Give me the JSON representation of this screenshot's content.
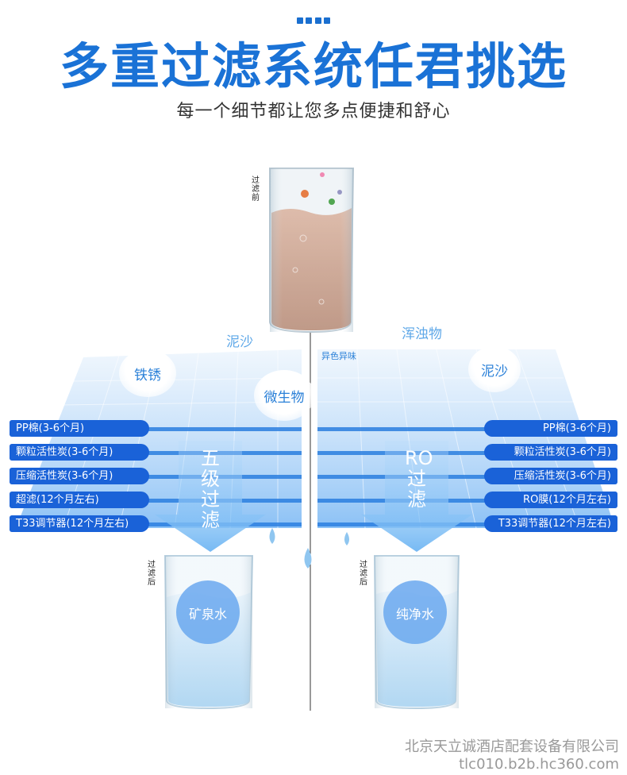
{
  "header": {
    "title": "多重过滤系统任君挑选",
    "subtitle": "每一个细节都让您多点便捷和舒心"
  },
  "glass_top": {
    "label": "过滤前"
  },
  "impurities": {
    "items": [
      "泥沙",
      "浑浊物",
      "异色异味",
      "铁锈",
      "泥沙",
      "微生物"
    ]
  },
  "left_stages": [
    "PP棉(3-6个月)",
    "颗粒活性炭(3-6个月)",
    "压缩活性炭(3-6个月)",
    "超滤(12个月左右)",
    "T33调节器(12个月左右)"
  ],
  "right_stages": [
    "PP棉(3-6个月)",
    "颗粒活性炭(3-6个月)",
    "压缩活性炭(3-6个月)",
    "RO膜(12个月左右)",
    "T33调节器(12个月左右)"
  ],
  "left_arrow": {
    "text": "五级过滤"
  },
  "right_arrow": {
    "text": "RO过滤"
  },
  "glass_left": {
    "label": "过滤后",
    "water": "矿泉水"
  },
  "glass_right": {
    "label": "过滤后",
    "water": "纯净水"
  },
  "footer": {
    "company": "北京天立诚酒店配套设备有限公司",
    "url": "tlc010.b2b.hc360.com"
  },
  "colors": {
    "brand_blue": "#1a72d6",
    "pill_blue": "#1a62d8",
    "muddy_water": "#c79b86"
  }
}
